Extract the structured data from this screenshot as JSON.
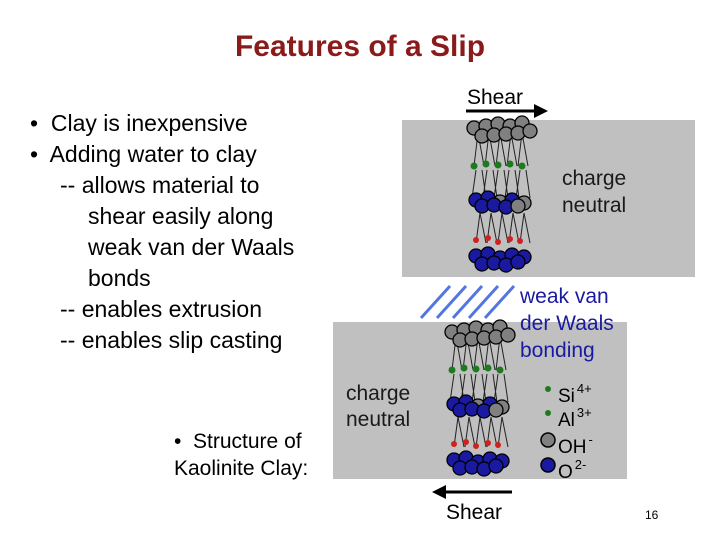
{
  "title": "Features of a Slip",
  "bullets": {
    "b1": "Clay is inexpensive",
    "b2": "Adding water to clay",
    "s1": "-- allows material to",
    "s1b": "shear easily along",
    "s1c": "weak van der Waals",
    "s1d": "bonds",
    "s2": "-- enables extrusion",
    "s3": "-- enables slip casting"
  },
  "structure_label": {
    "line1": "Structure of",
    "line2": "Kaolinite Clay:"
  },
  "diagram": {
    "shear_top": "Shear",
    "shear_bottom": "Shear",
    "charge_neutral_top": [
      "charge",
      "neutral"
    ],
    "charge_neutral_bottom": [
      "charge",
      "neutral"
    ],
    "weak_bonding": [
      "weak van",
      "der Waals",
      "bonding"
    ]
  },
  "legend": {
    "items": [
      {
        "symbol": "Si",
        "charge": "4+",
        "color": "#1e7a1e"
      },
      {
        "symbol": "Al",
        "charge": "3+",
        "color": "#1e7a1e"
      },
      {
        "symbol": "OH",
        "charge": "-",
        "color": "#808080"
      },
      {
        "symbol": "O",
        "charge": "2-",
        "color": "#1a1aa0"
      }
    ]
  },
  "colors": {
    "title": "#8b1a1a",
    "box": "#c0c0c0",
    "oh": "#808080",
    "o": "#1a1aa0",
    "si_al": "#1e7a1e",
    "charge_marker": "#d02020",
    "bond_lines": "#5577dd"
  },
  "page_number": "16"
}
